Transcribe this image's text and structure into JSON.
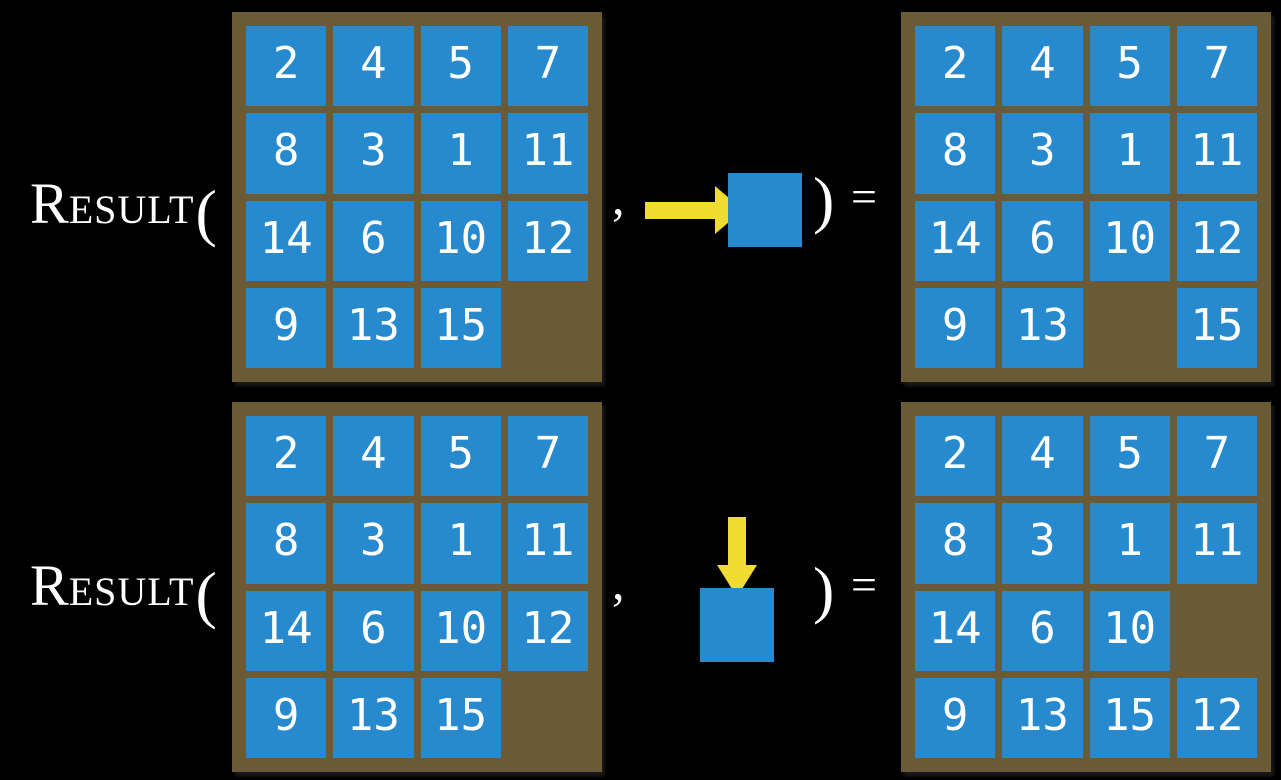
{
  "figure": {
    "description": "RESULT function applied to 15-puzzle states",
    "function_label": {
      "cap": "R",
      "small_caps": "ESULT",
      "open_paren": "("
    },
    "symbols": {
      "comma": ",",
      "close_paren": ")",
      "equals": "="
    },
    "colors": {
      "background": "#000000",
      "board_brown": "#6A5A36",
      "tile_blue": "#2789CE",
      "arrow_yellow": "#F0DB31",
      "text_white": "#FFFFFF"
    },
    "examples": [
      {
        "name": "move-right",
        "input_grid": [
          [
            2,
            4,
            5,
            7
          ],
          [
            8,
            3,
            1,
            11
          ],
          [
            14,
            6,
            10,
            12
          ],
          [
            9,
            13,
            15,
            null
          ]
        ],
        "action": {
          "direction": "right"
        },
        "output_grid": [
          [
            2,
            4,
            5,
            7
          ],
          [
            8,
            3,
            1,
            11
          ],
          [
            14,
            6,
            10,
            12
          ],
          [
            9,
            13,
            null,
            15
          ]
        ]
      },
      {
        "name": "move-down",
        "input_grid": [
          [
            2,
            4,
            5,
            7
          ],
          [
            8,
            3,
            1,
            11
          ],
          [
            14,
            6,
            10,
            12
          ],
          [
            9,
            13,
            15,
            null
          ]
        ],
        "action": {
          "direction": "down"
        },
        "output_grid": [
          [
            2,
            4,
            5,
            7
          ],
          [
            8,
            3,
            1,
            11
          ],
          [
            14,
            6,
            10,
            null
          ],
          [
            9,
            13,
            15,
            12
          ]
        ]
      }
    ]
  }
}
